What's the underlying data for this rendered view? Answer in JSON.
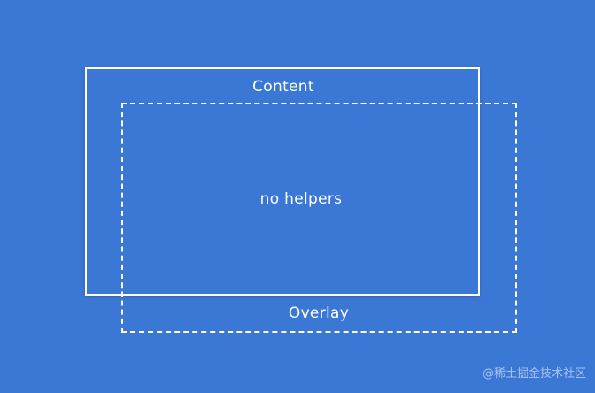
{
  "diagram": {
    "content_label": "Content",
    "overlay_label": "Overlay",
    "center_text": "no helpers"
  },
  "watermark": "@稀土掘金技术社区",
  "colors": {
    "background": "#3b78d6",
    "stroke": "#ffffff"
  }
}
